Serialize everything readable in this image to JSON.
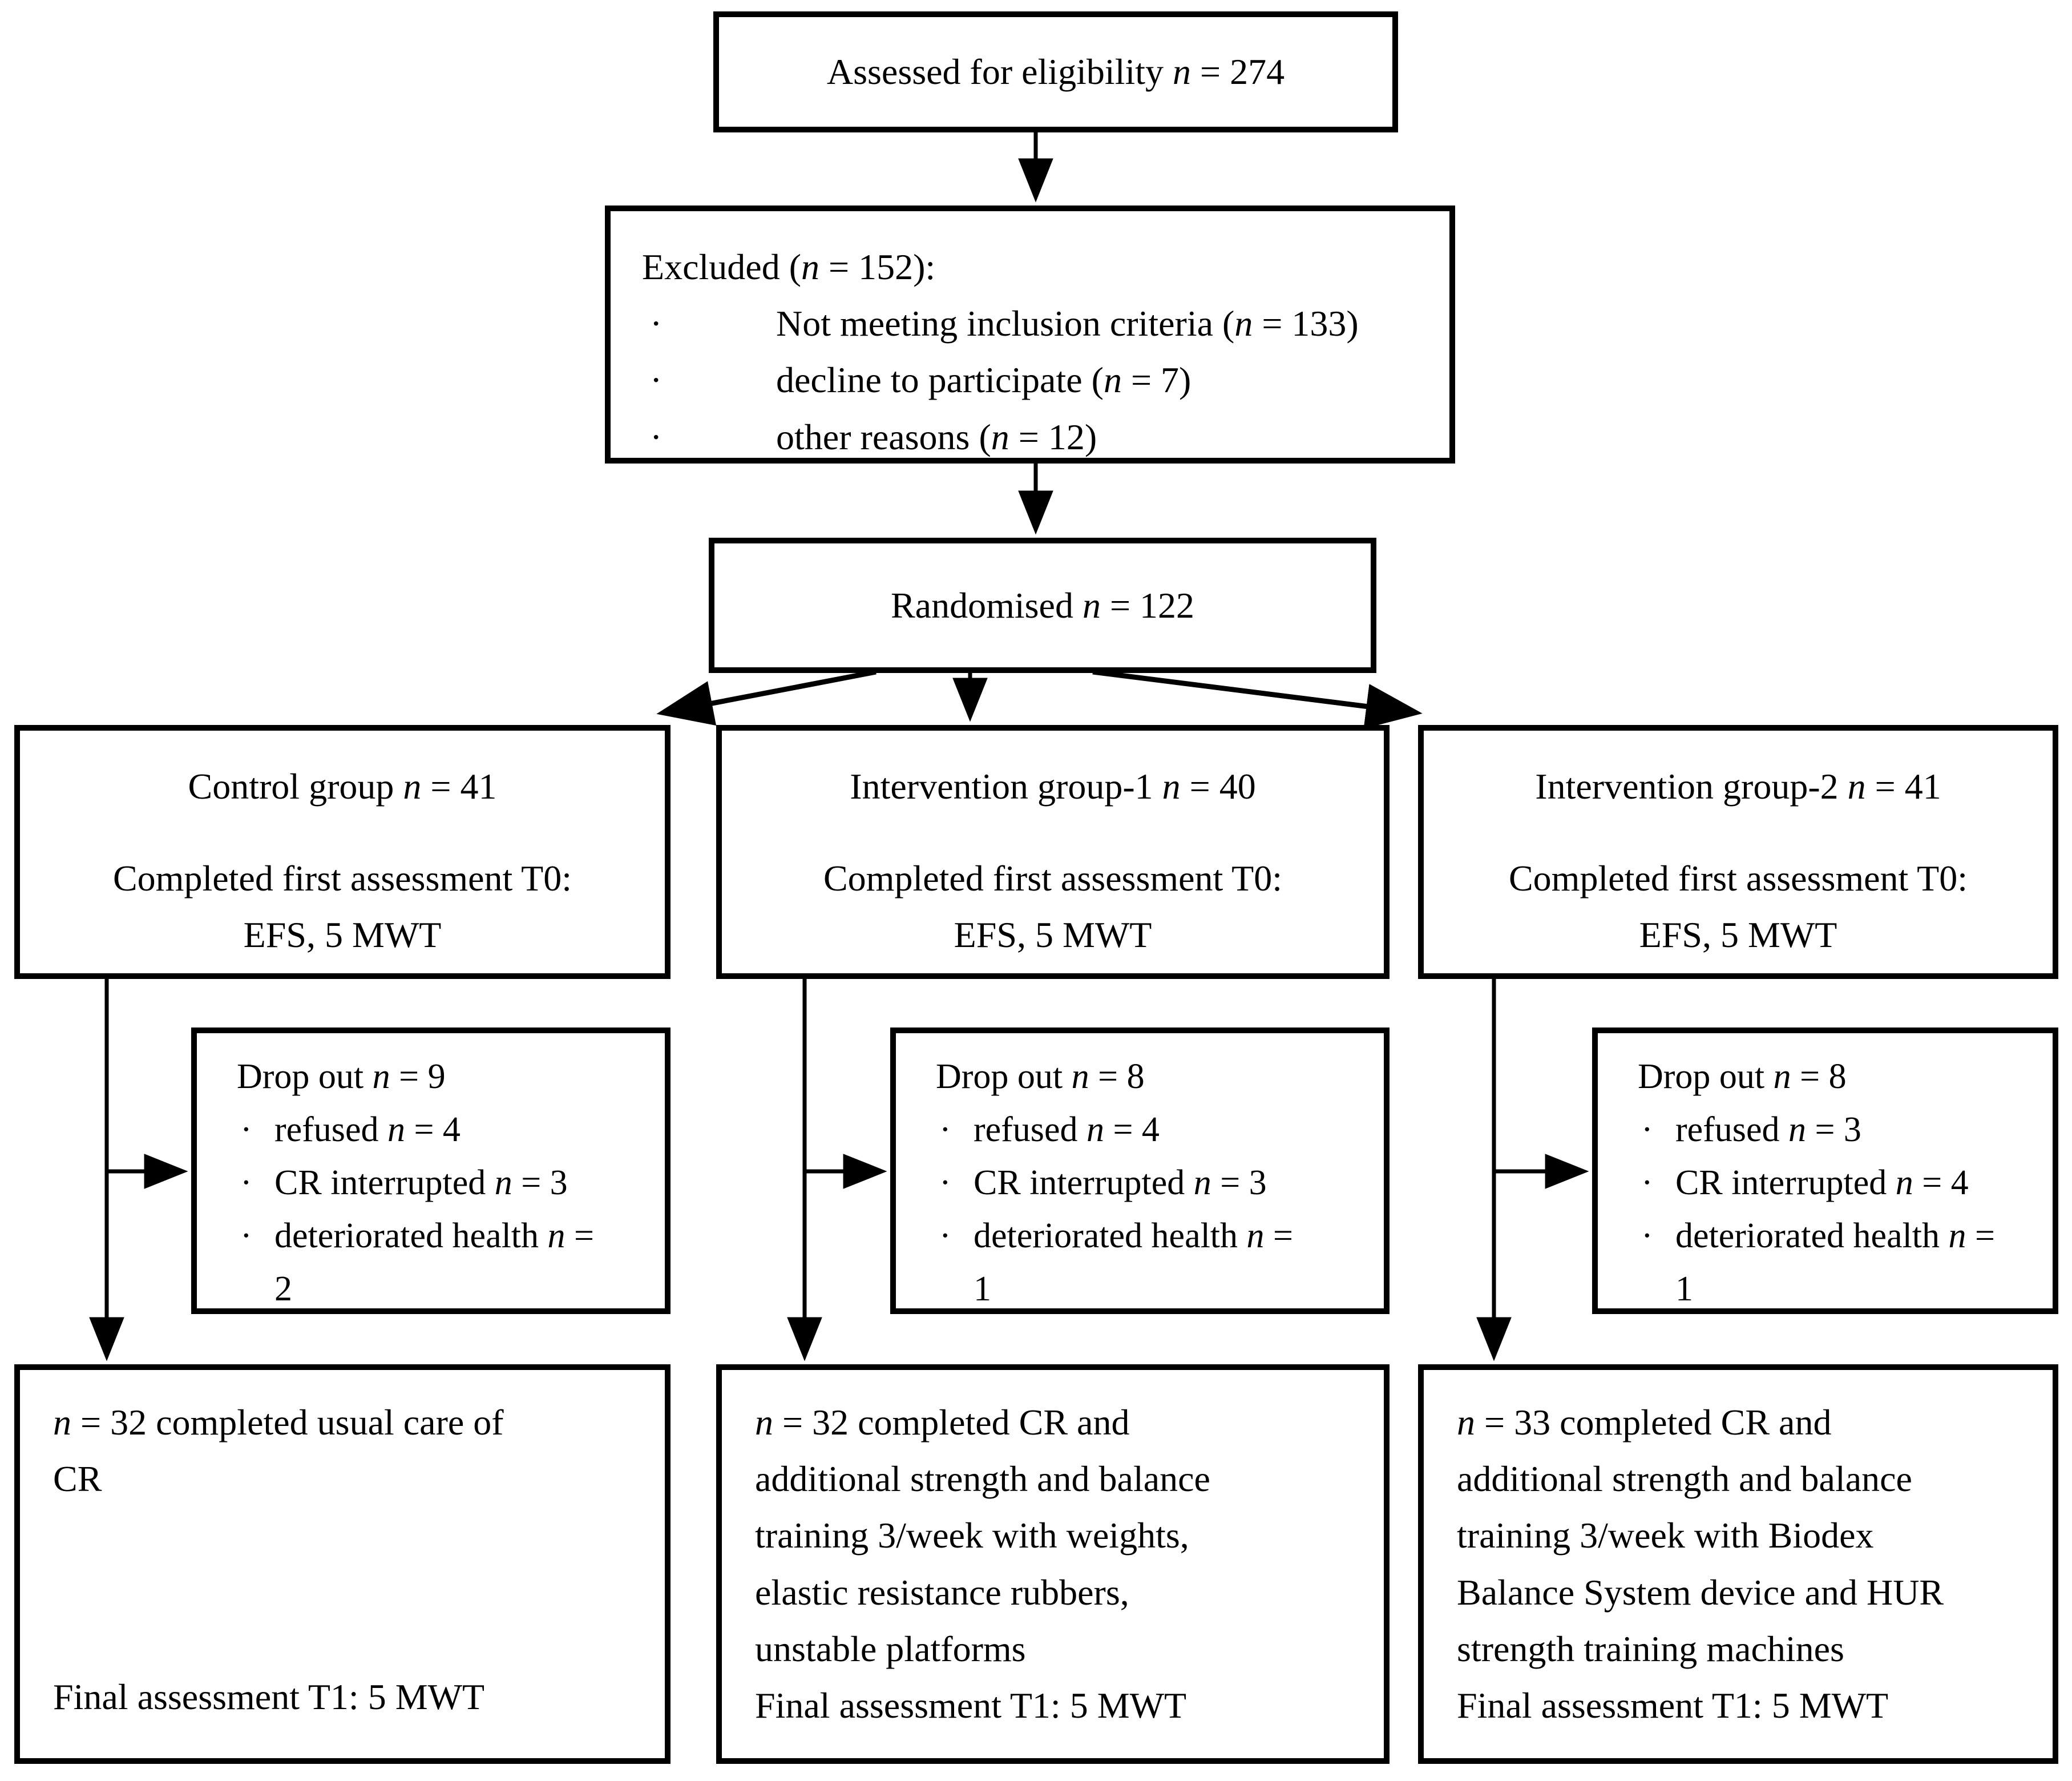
{
  "colors": {
    "ink": "#000000",
    "paper": "#ffffff"
  },
  "flow": {
    "assessed": {
      "text": "Assessed for eligibility n = 274"
    },
    "excluded": {
      "title": "Excluded (n = 152):",
      "bullet_glyph": "·",
      "bullets": [
        "Not meeting inclusion criteria (n = 133)",
        "decline to participate (n = 7)",
        "other reasons (n = 12)"
      ]
    },
    "randomised": {
      "text": "Randomised n = 122"
    },
    "groups": [
      {
        "title": "Control group n = 41",
        "assessment": "Completed first assessment T0: EFS, 5 MWT"
      },
      {
        "title": "Intervention group-1 n = 40",
        "assessment": "Completed first assessment T0: EFS, 5 MWT"
      },
      {
        "title": "Intervention group-2 n = 41",
        "assessment": "Completed first assessment T0: EFS, 5 MWT"
      }
    ],
    "dropouts": [
      {
        "title": "Drop out n = 9",
        "bullet_glyph": "·",
        "bullets": [
          "refused n = 4",
          "CR interrupted n = 3",
          "deteriorated health n = 2"
        ]
      },
      {
        "title": "Drop out n = 8",
        "bullet_glyph": "·",
        "bullets": [
          "refused n = 4",
          "CR interrupted n = 3",
          "deteriorated health n = 1"
        ]
      },
      {
        "title": "Drop out n = 8",
        "bullet_glyph": "·",
        "bullets": [
          "refused n = 3",
          "CR interrupted n = 4",
          "deteriorated health n = 1"
        ]
      }
    ],
    "outcomes": [
      {
        "completed": "n = 32 completed usual care of CR",
        "final": "Final assessment T1: 5 MWT"
      },
      {
        "completed": "n = 32 completed CR and additional strength and balance training 3/week with weights, elastic resistance rubbers, unstable platforms",
        "final": "Final assessment T1: 5 MWT"
      },
      {
        "completed": "n = 33 completed CR and additional strength and balance training 3/week with Biodex Balance System device and HUR strength training machines",
        "final": "Final assessment T1: 5 MWT"
      }
    ]
  }
}
